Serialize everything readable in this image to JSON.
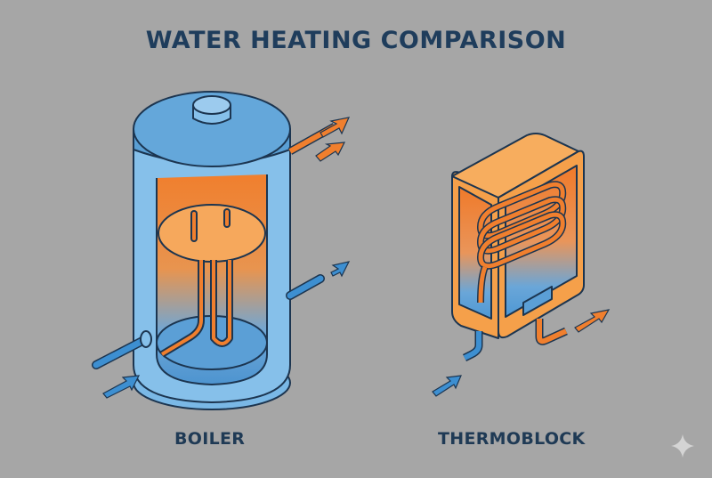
{
  "title": "WATER HEATING COMPARISON",
  "devices": [
    {
      "name": "BOILER",
      "type": "storage tank water heater",
      "heating_element": "immersion heater",
      "inlet": "cold water (blue)",
      "outlet": "hot water (orange)"
    },
    {
      "name": "THERMOBLOCK",
      "type": "instant flow-through heater",
      "heating_element": "coiled heating pipe",
      "inlet": "cold water (blue)",
      "outlet": "hot water (orange)"
    }
  ],
  "colors": {
    "background": "#a6a6a6",
    "title": "#1f3d5c",
    "cold": "#3d8fd1",
    "hot": "#f07f2e",
    "tank": "#7ab8e6",
    "block": "#f5a04a"
  },
  "watermark_icon": "sparkle-icon"
}
